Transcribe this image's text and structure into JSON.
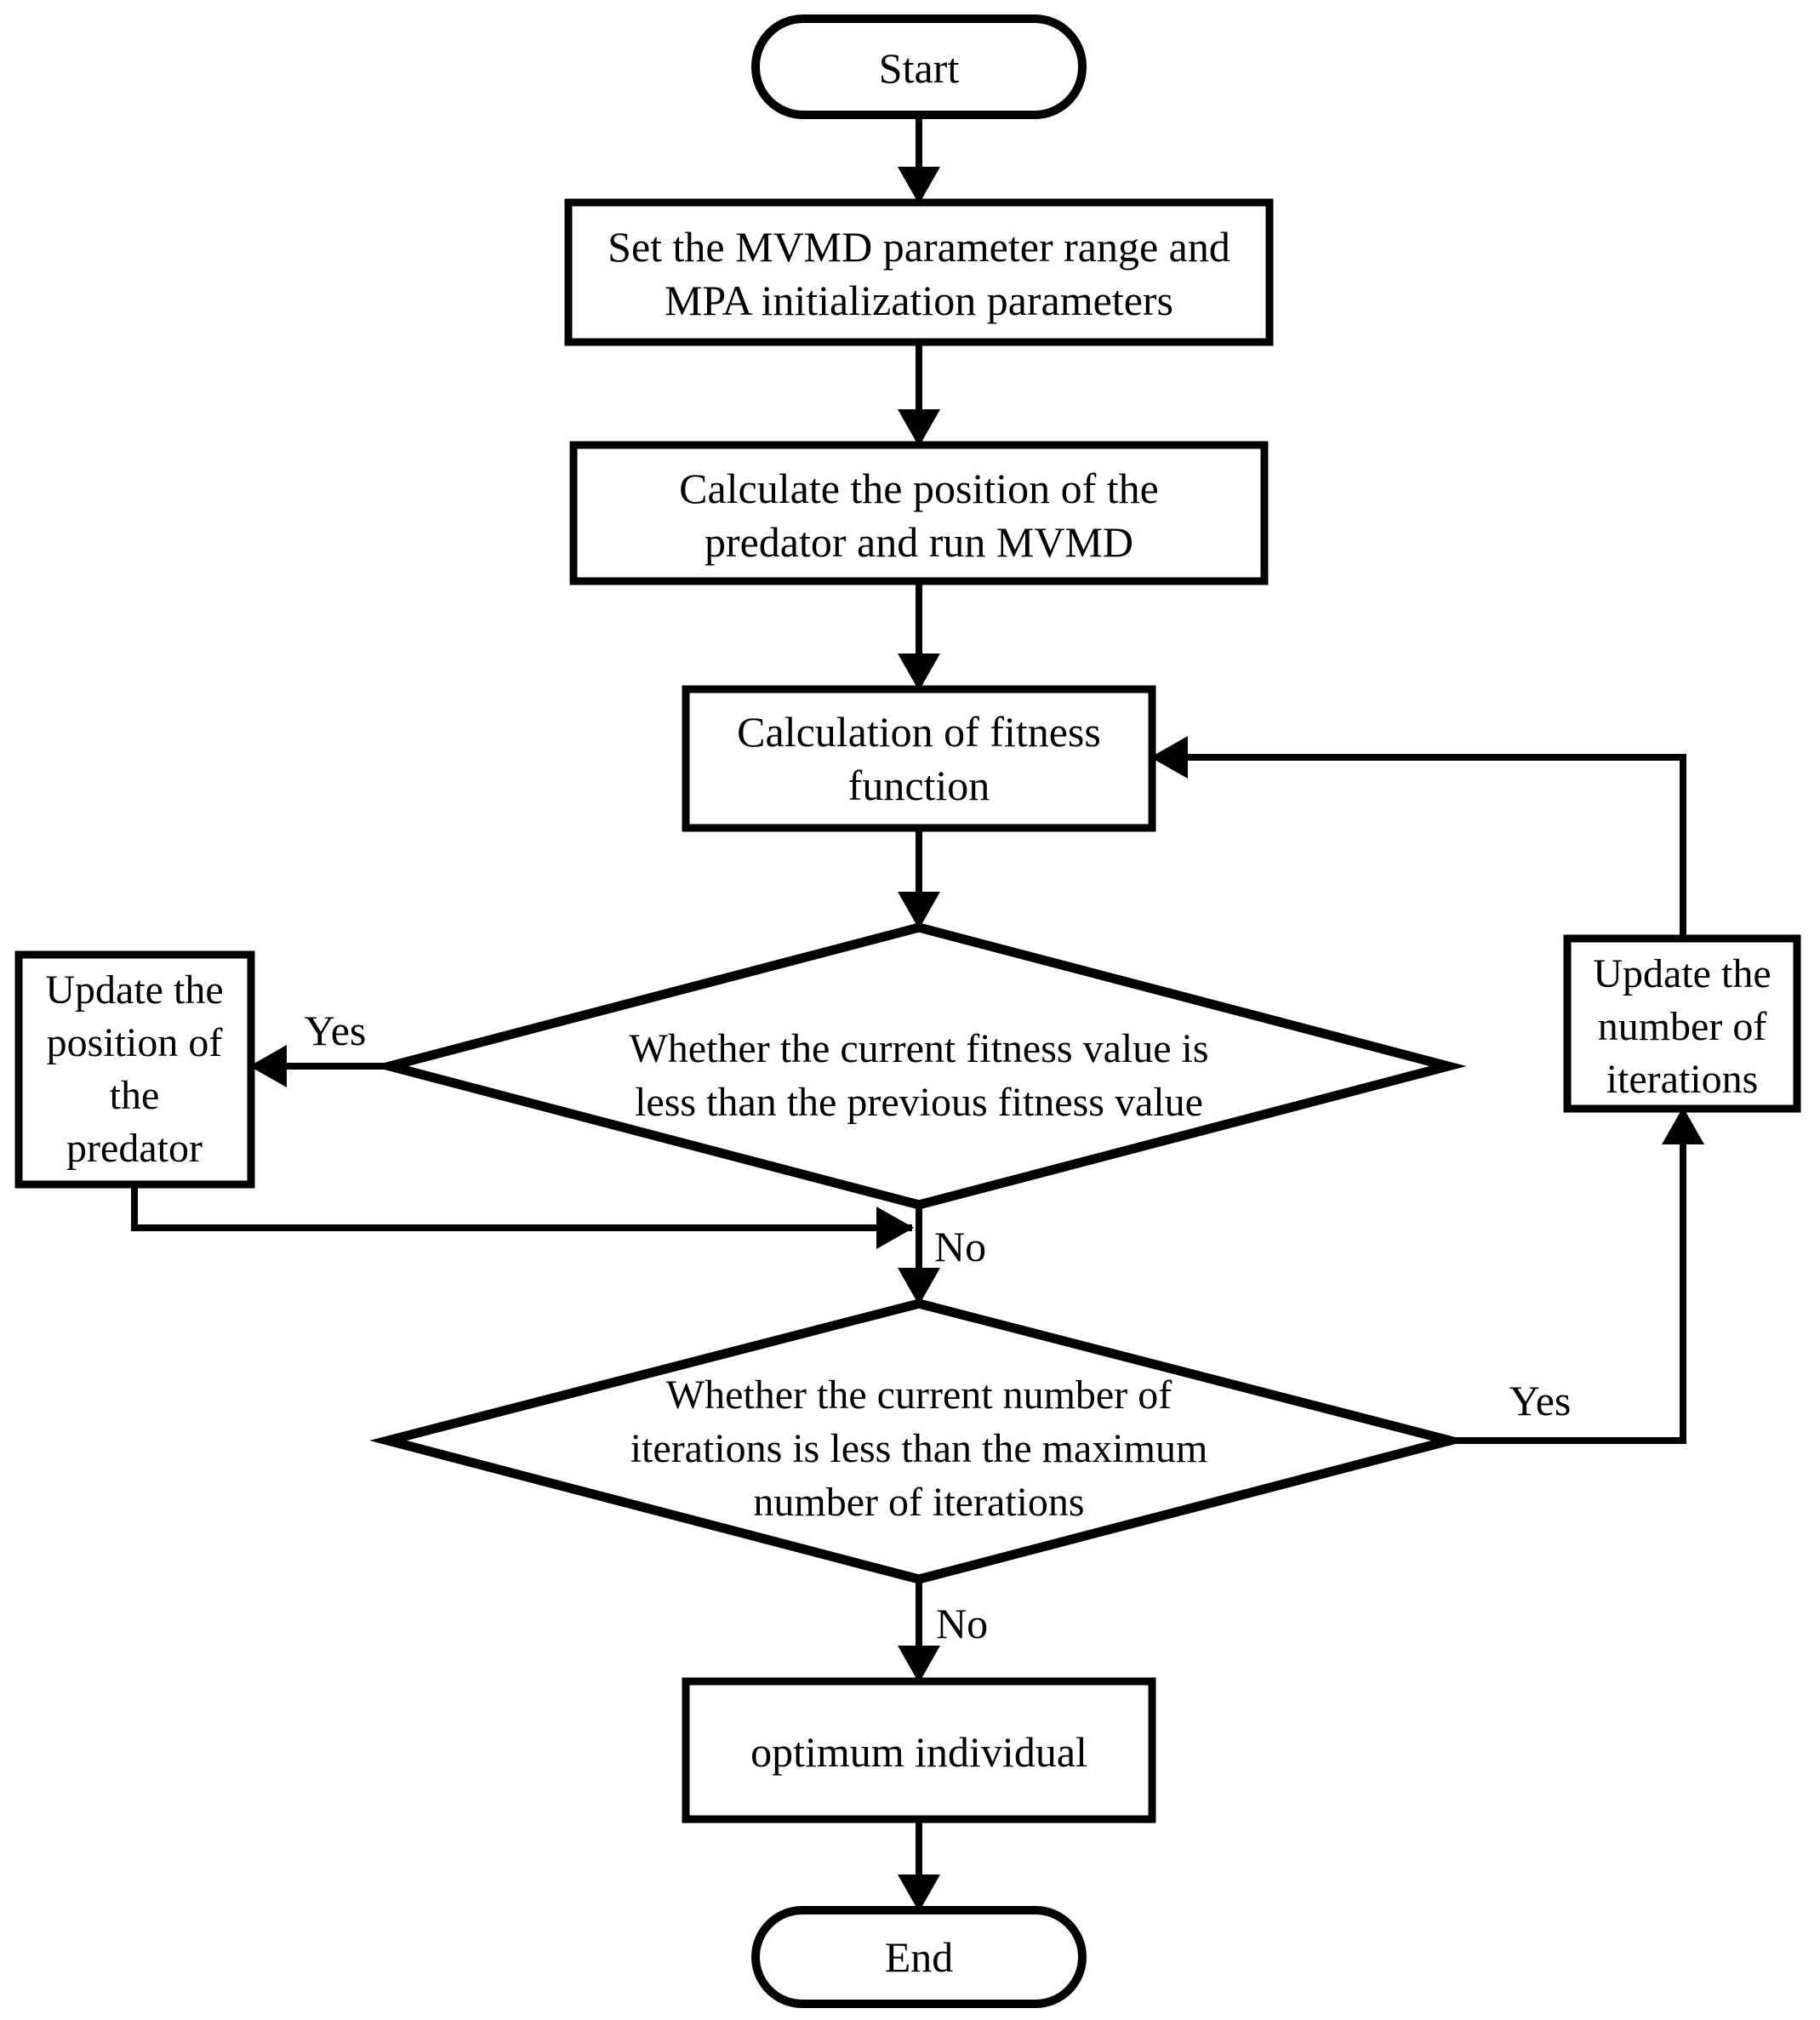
{
  "diagram": {
    "type": "flowchart",
    "colors": {
      "ink": "#000000",
      "background": "#ffffff"
    }
  },
  "nodes": {
    "start": {
      "shape": "terminator",
      "label": "Start"
    },
    "set_params": {
      "shape": "process",
      "lines": [
        "Set the MVMD parameter range and",
        "MPA initialization parameters"
      ]
    },
    "calc_position": {
      "shape": "process",
      "lines": [
        "Calculate the position of the",
        "predator and run MVMD"
      ]
    },
    "fitness": {
      "shape": "process",
      "lines": [
        "Calculation of fitness",
        "function"
      ]
    },
    "decision_fitness": {
      "shape": "decision",
      "lines": [
        "Whether the current fitness value is",
        "less than the previous fitness value"
      ]
    },
    "update_predator": {
      "shape": "process",
      "lines": [
        "Update the",
        "position of",
        "the",
        "predator"
      ]
    },
    "decision_iterations": {
      "shape": "decision",
      "lines": [
        "Whether the current number of",
        "iterations is less than the maximum",
        "number of iterations"
      ]
    },
    "update_iterations": {
      "shape": "process",
      "lines": [
        "Update the",
        "number of",
        "iterations"
      ]
    },
    "optimum": {
      "shape": "process",
      "label": "optimum individual"
    },
    "end": {
      "shape": "terminator",
      "label": "End"
    }
  },
  "edges": [
    {
      "from": "start",
      "to": "set_params",
      "label": ""
    },
    {
      "from": "set_params",
      "to": "calc_position",
      "label": ""
    },
    {
      "from": "calc_position",
      "to": "fitness",
      "label": ""
    },
    {
      "from": "fitness",
      "to": "decision_fitness",
      "label": ""
    },
    {
      "from": "decision_fitness",
      "to": "update_predator",
      "label": "Yes"
    },
    {
      "from": "update_predator",
      "to": "decision_iterations",
      "label": ""
    },
    {
      "from": "decision_fitness",
      "to": "decision_iterations",
      "label": "No"
    },
    {
      "from": "decision_iterations",
      "to": "update_iterations",
      "label": "Yes"
    },
    {
      "from": "update_iterations",
      "to": "fitness",
      "label": ""
    },
    {
      "from": "decision_iterations",
      "to": "optimum",
      "label": "No"
    },
    {
      "from": "optimum",
      "to": "end",
      "label": ""
    }
  ]
}
